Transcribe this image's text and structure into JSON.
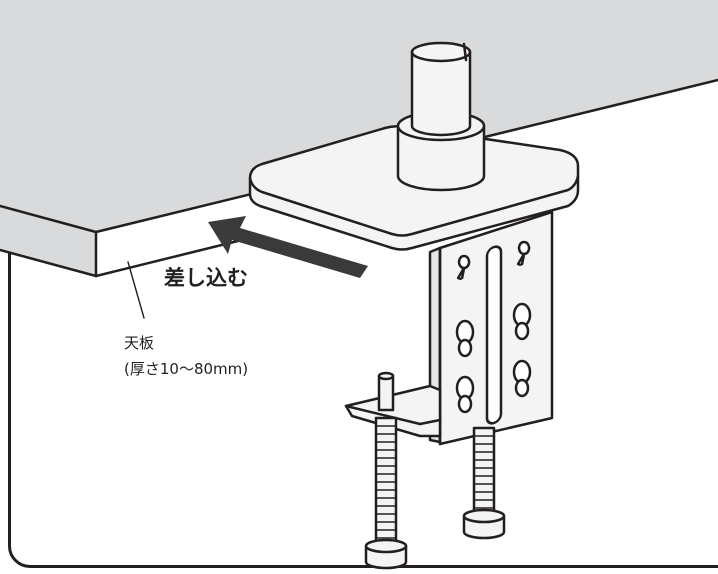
{
  "diagram": {
    "insert_text": "差し込む",
    "board_name": "天板",
    "board_thickness": "(厚さ10〜80mm)"
  },
  "colors": {
    "outline": "#231f20",
    "desk_fill": "#d9dadb",
    "metal_fill": "#f4f4f4",
    "arrow": "#3a3a3a"
  }
}
